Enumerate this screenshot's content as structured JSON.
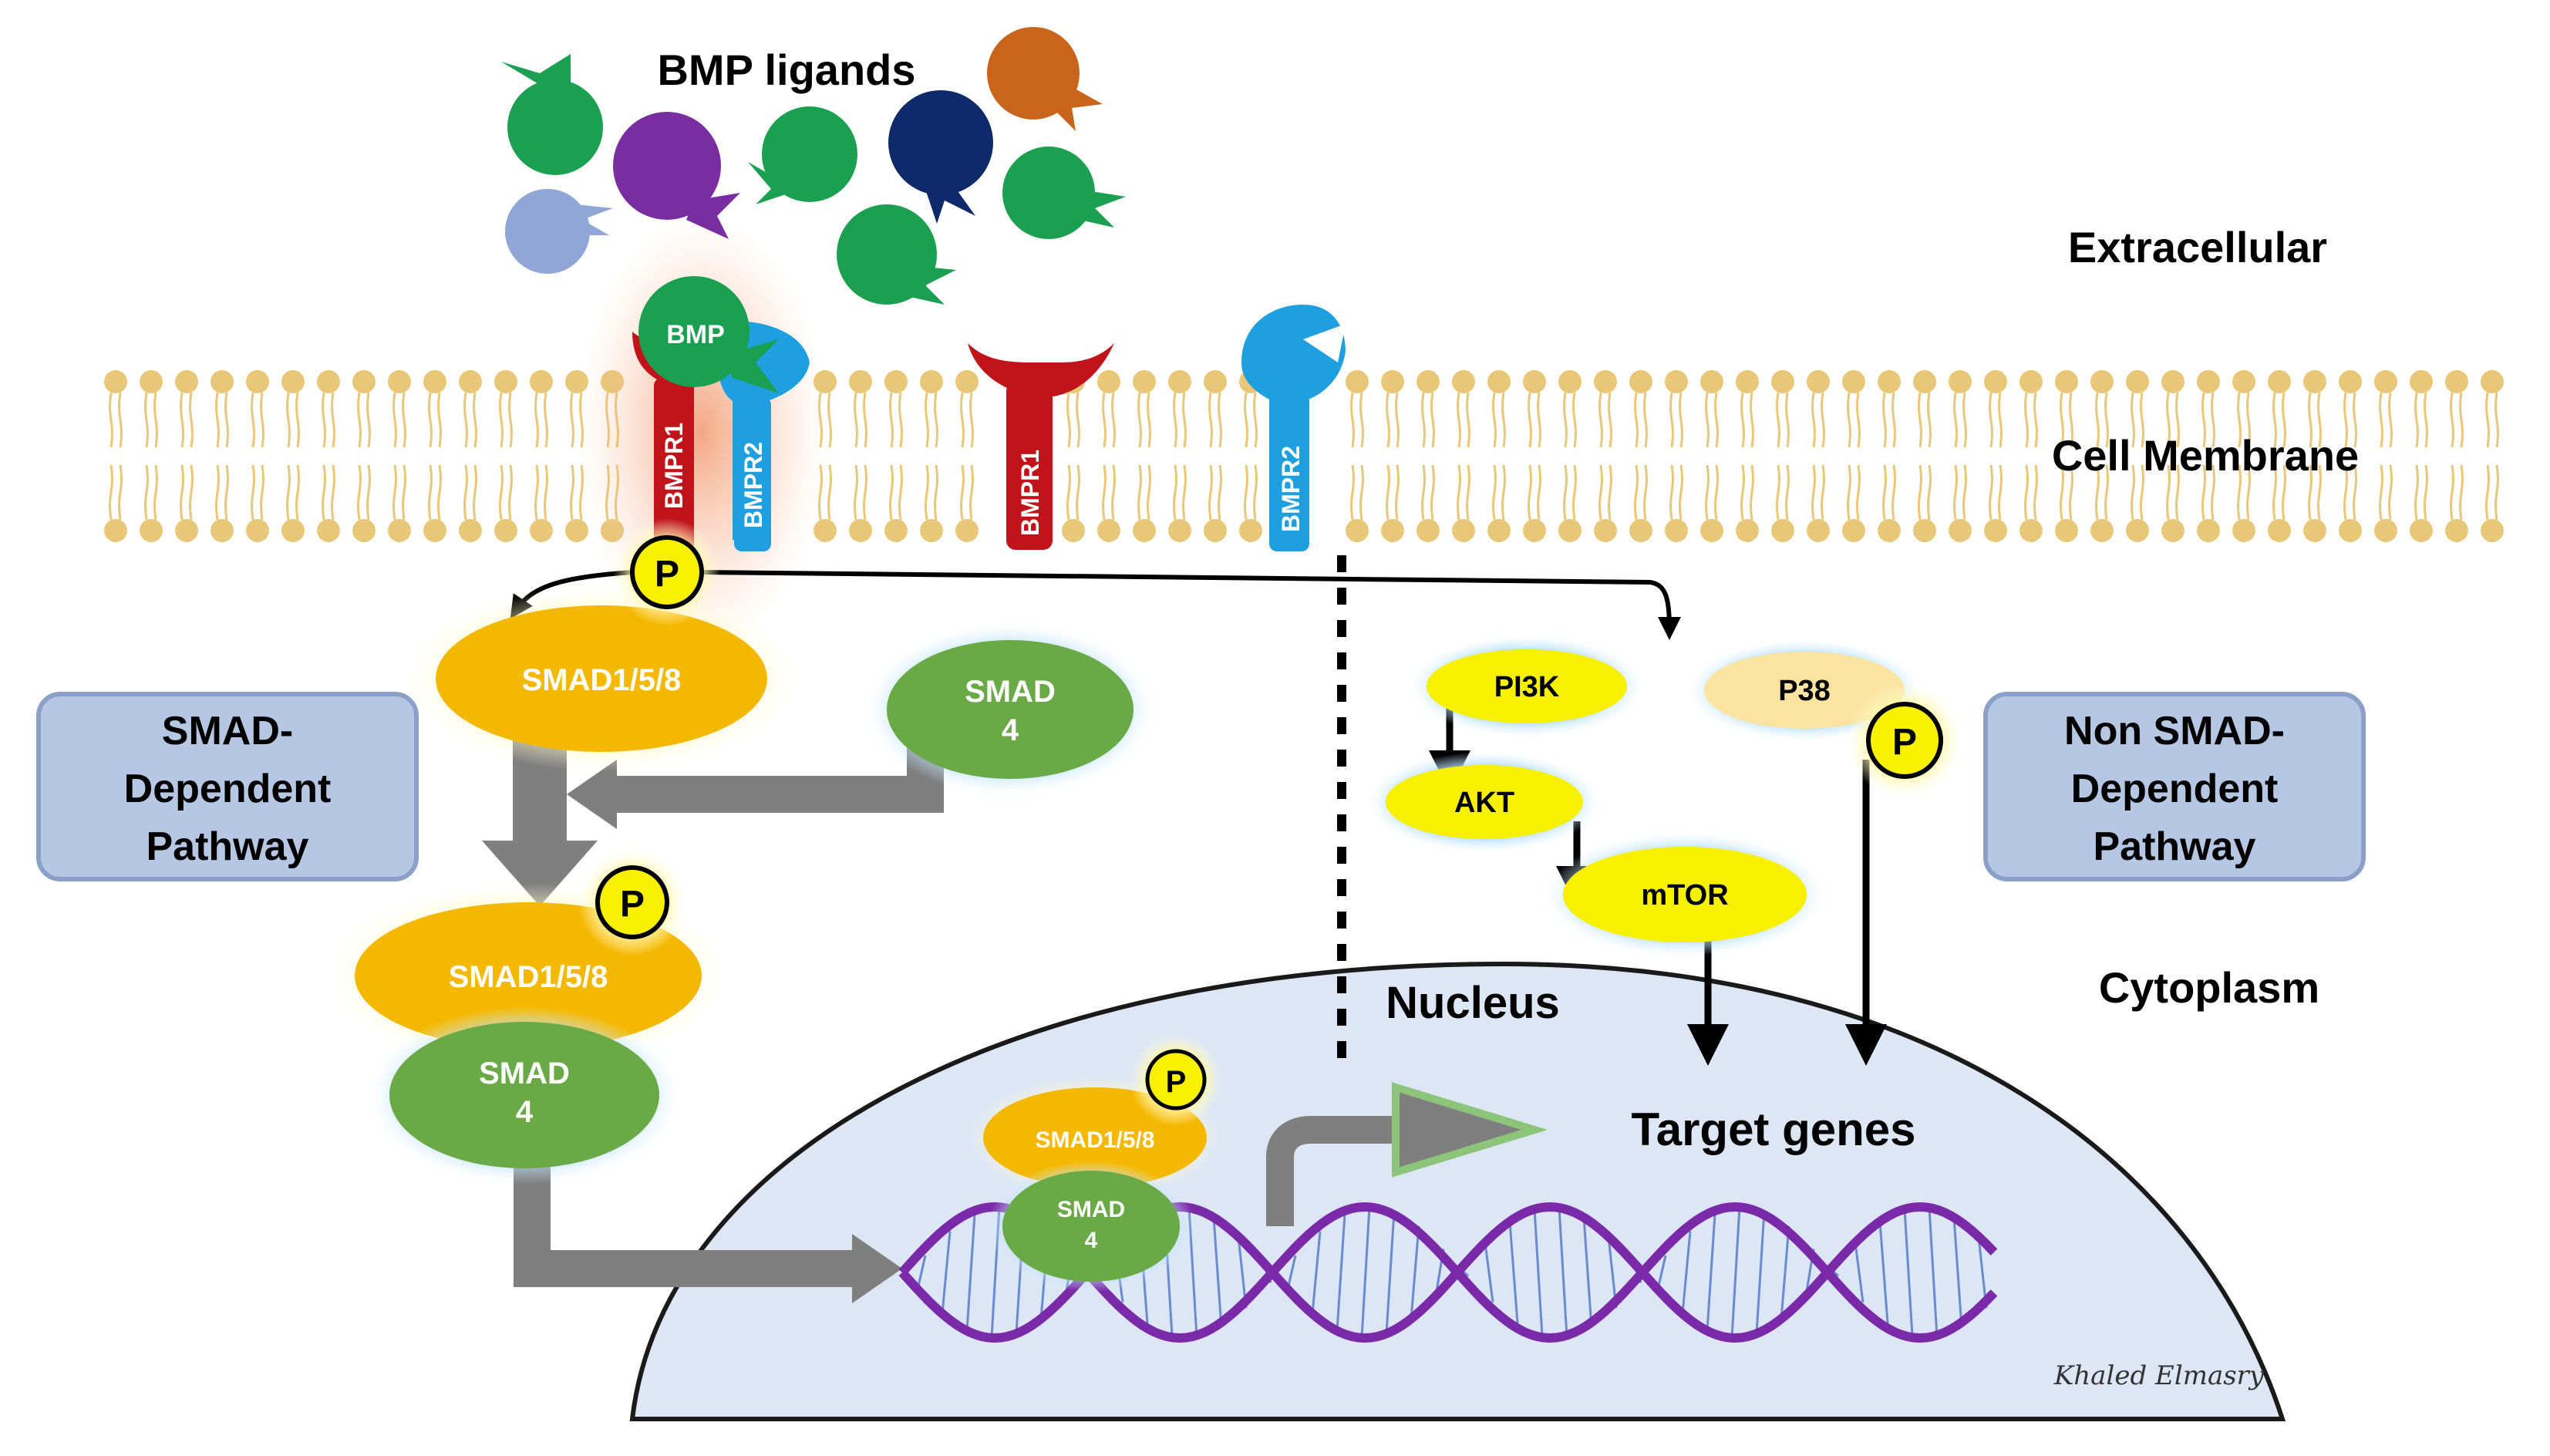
{
  "title": "BMP ligands",
  "regions": {
    "extracellular": "Extracellular",
    "membrane": "Cell Membrane",
    "cytoplasm": "Cytoplasm",
    "nucleus": "Nucleus"
  },
  "ligand": {
    "bound_label": "BMP"
  },
  "receptors": {
    "type1": "BMPR1",
    "type2": "BMPR2"
  },
  "phospho": "P",
  "smad": {
    "r_smad": "SMAD1/5/8",
    "co_smad_line1": "SMAD",
    "co_smad_line2": "4"
  },
  "pathways": {
    "smad_dependent": [
      "SMAD-",
      "Dependent",
      "Pathway"
    ],
    "non_smad_dependent": [
      "Non SMAD-",
      "Dependent",
      "Pathway"
    ]
  },
  "kinases": {
    "pi3k": "PI3K",
    "akt": "AKT",
    "mtor": "mTOR",
    "p38": "P38"
  },
  "target": "Target genes",
  "signature": "Khaled Elmasry",
  "colors": {
    "membrane": "#e8c878",
    "bmpr1": "#c0141a",
    "bmpr2": "#1ea0e0",
    "r_smad": "#f5b800",
    "co_smad": "#6aaa46",
    "kinase": "#f7f000",
    "p38": "#fbe3a0",
    "pathway_box": "#b6c7e3",
    "nucleus": "#dde6f5",
    "dna": "#7a2aa8",
    "arrow": "#7f7f7f",
    "ligand_green": "#1aa050",
    "ligand_purple": "#7a2da0",
    "ligand_navy": "#0e2a6a",
    "ligand_orange": "#c8651a",
    "ligand_lightblue": "#8fa6d6"
  }
}
